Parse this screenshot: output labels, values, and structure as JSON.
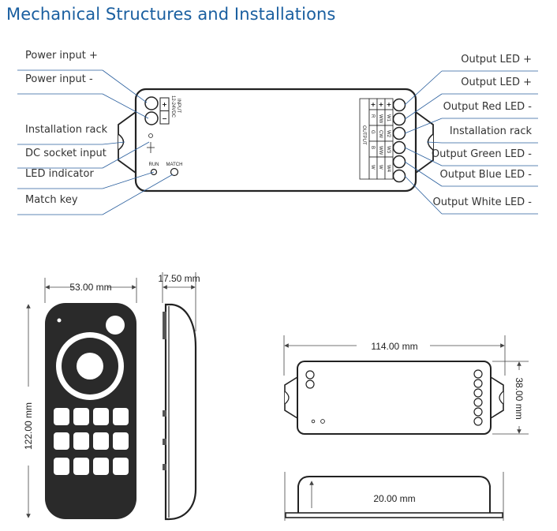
{
  "title": "Mechanical Structures and Installations",
  "callouts_left": [
    "Power input +",
    "Power input -",
    "Installation rack",
    "DC socket input",
    "LED indicator",
    "Match key"
  ],
  "callouts_right": [
    "Output LED +",
    "Output LED +",
    "Output Red LED -",
    "Installation rack",
    "Output Green LED -",
    "Output Blue LED -",
    "Output White LED -"
  ],
  "board": {
    "input_label": "INPUT",
    "input_voltage": "12-24VDC",
    "plus": "+",
    "minus": "−",
    "run_label": "RUN",
    "match_label": "MATCH",
    "output_label": "OUTPUT",
    "output_columns": [
      [
        "+",
        "R",
        "G",
        "B",
        "W"
      ],
      [
        "+",
        "WW",
        "CW",
        "WW",
        "W"
      ],
      [
        "+",
        "W1",
        "W2",
        "W3",
        "W4"
      ]
    ]
  },
  "dimensions": {
    "remote_width": "53.00 mm",
    "remote_height": "122.00 mm",
    "remote_depth": "17.50 mm",
    "controller_length": "114.00 mm",
    "controller_width": "38.00 mm",
    "controller_height": "20.00 mm"
  },
  "colors": {
    "title": "#1a5fa0",
    "line": "#444444",
    "remote_body": "#222222",
    "callout_line": "#2a5f9e"
  }
}
